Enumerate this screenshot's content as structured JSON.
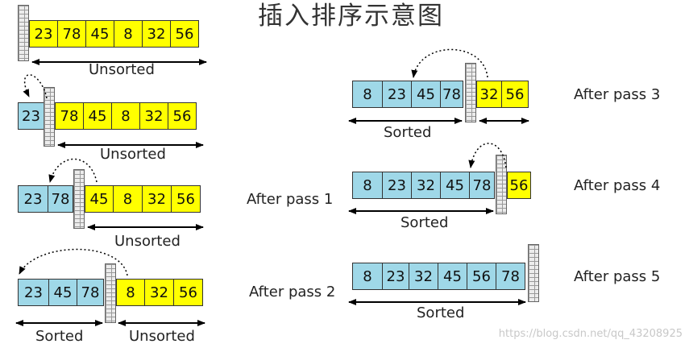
{
  "title": "插入排序示意图",
  "rows": [
    {
      "sorted": [],
      "unsorted": [
        "23",
        "78",
        "45",
        "8",
        "32",
        "56"
      ],
      "sorted_label": "",
      "unsorted_label": "Unsorted",
      "pass_label": ""
    },
    {
      "sorted": [
        "23"
      ],
      "unsorted": [
        "78",
        "45",
        "8",
        "32",
        "56"
      ],
      "sorted_label": "",
      "unsorted_label": "Unsorted",
      "pass_label": ""
    },
    {
      "sorted": [
        "23",
        "78"
      ],
      "unsorted": [
        "45",
        "8",
        "32",
        "56"
      ],
      "sorted_label": "",
      "unsorted_label": "Unsorted",
      "pass_label": "After pass 1"
    },
    {
      "sorted": [
        "23",
        "45",
        "78"
      ],
      "unsorted": [
        "8",
        "32",
        "56"
      ],
      "sorted_label": "Sorted",
      "unsorted_label": "Unsorted",
      "pass_label": "After pass 2"
    },
    {
      "sorted": [
        "8",
        "23",
        "45",
        "78"
      ],
      "unsorted": [
        "32",
        "56"
      ],
      "sorted_label": "Sorted",
      "unsorted_label": "",
      "pass_label": "After pass 3"
    },
    {
      "sorted": [
        "8",
        "23",
        "32",
        "45",
        "78"
      ],
      "unsorted": [
        "56"
      ],
      "sorted_label": "Sorted",
      "unsorted_label": "",
      "pass_label": "After pass 4"
    },
    {
      "sorted": [
        "8",
        "23",
        "32",
        "45",
        "56",
        "78"
      ],
      "unsorted": [],
      "sorted_label": "Sorted",
      "unsorted_label": "",
      "pass_label": "After pass 5"
    }
  ],
  "colors": {
    "sorted": "#9fd8e8",
    "unsorted": "#ffff00"
  },
  "watermark": "https://blog.csdn.net/qq_43208925"
}
